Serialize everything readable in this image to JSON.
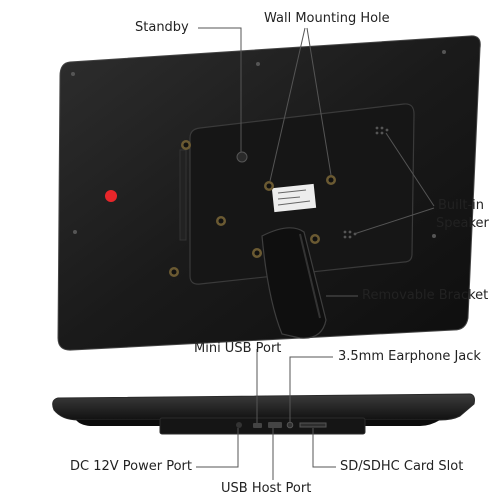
{
  "labels": {
    "standby": "Standby",
    "wall_mounting_hole": "Wall Mounting Hole",
    "built_in_speaker_line1": "Built-in",
    "built_in_speaker_line2": "Speaker",
    "removable_bracket": "Removable Bracket",
    "mini_usb_port": "Mini USB Port",
    "earphone_jack": "3.5mm Earphone Jack",
    "dc_power_port": "DC 12V Power Port",
    "usb_host_port": "USB Host Port",
    "sd_card_slot": "SD/SDHC Card Slot"
  },
  "colors": {
    "device_body": "#1c1c1c",
    "device_edge": "#3a3a3a",
    "panel": "#111111",
    "indicator": "#e8262a",
    "sticker": "#f2f2f2",
    "leader_line": "#555555"
  }
}
